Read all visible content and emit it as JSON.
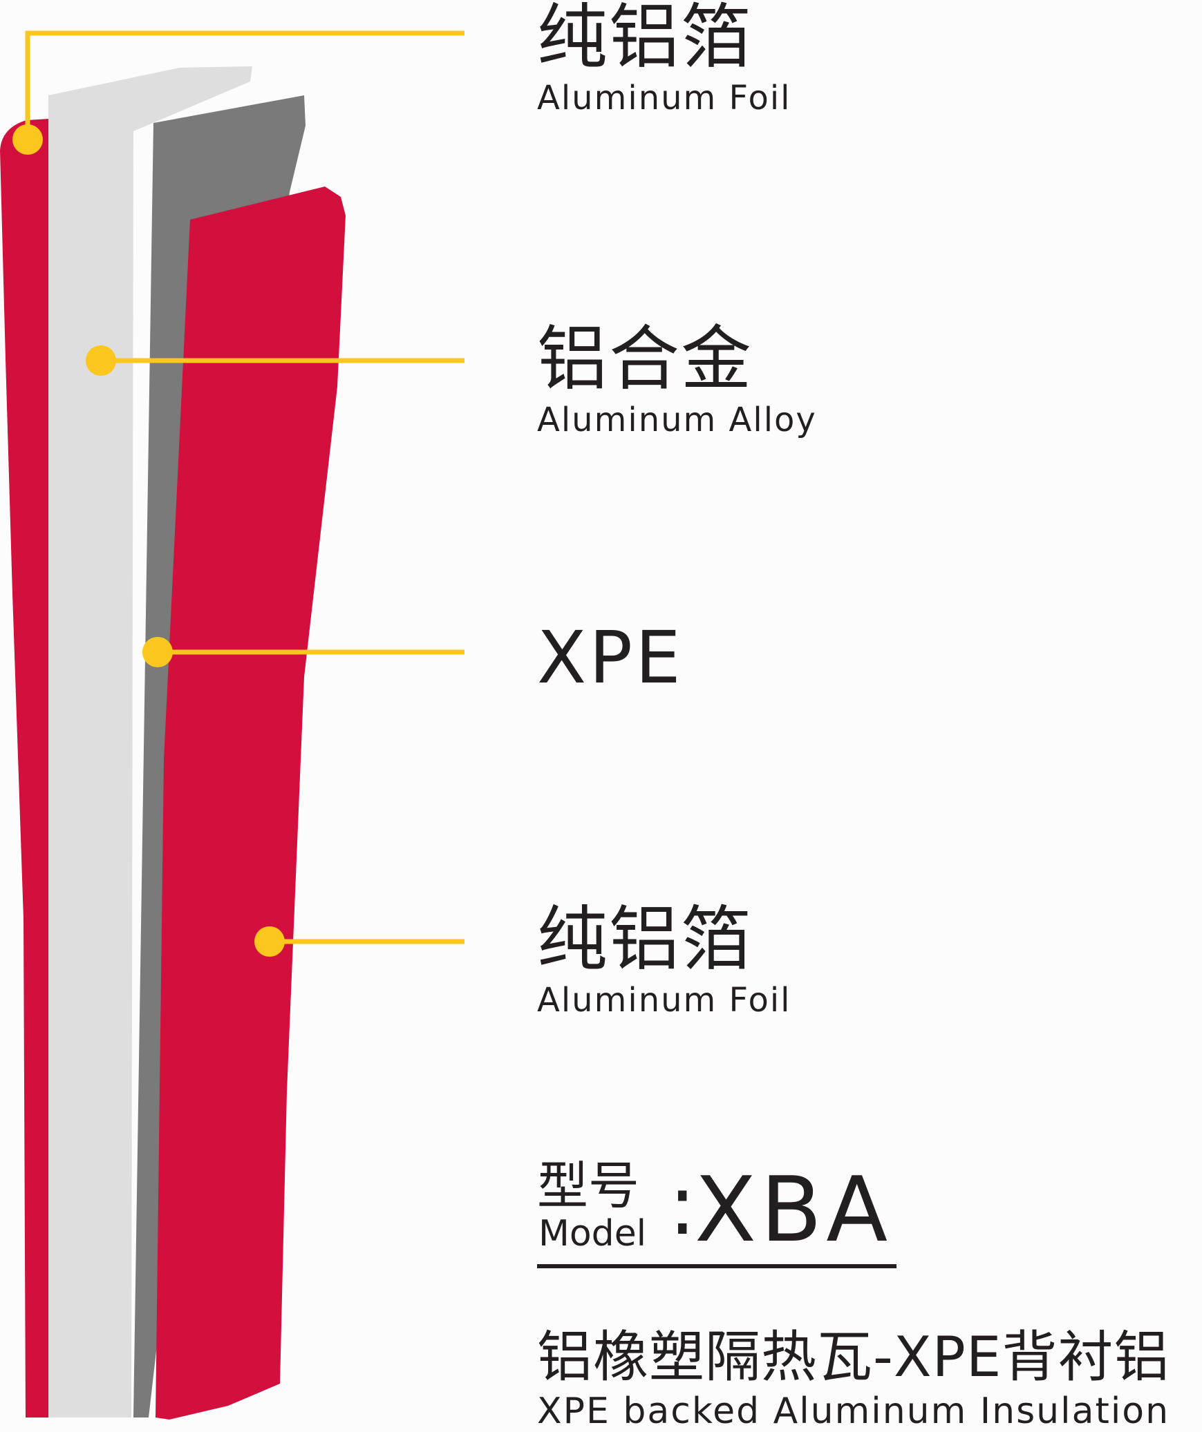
{
  "colors": {
    "foil_red": "#d20f3d",
    "alloy_light_gray": "#dedede",
    "xpe_dark_gray": "#7a7a7a",
    "callout_yellow": "#fbc61d",
    "text": "#231f20"
  },
  "layers": [
    {
      "zh": "纯铝箔",
      "en": "Aluminum Foil"
    },
    {
      "zh": "铝合金",
      "en": "Aluminum Alloy"
    },
    {
      "zh": "XPE",
      "en": ""
    },
    {
      "zh": "纯铝箔",
      "en": "Aluminum Foil"
    }
  ],
  "model": {
    "label_zh": "型号",
    "label_en": "Model",
    "separator": ":",
    "value": "XBA"
  },
  "product": {
    "name_zh": "铝橡塑隔热瓦-XPE背衬铝",
    "name_en": "XPE backed Aluminum Insulation"
  }
}
